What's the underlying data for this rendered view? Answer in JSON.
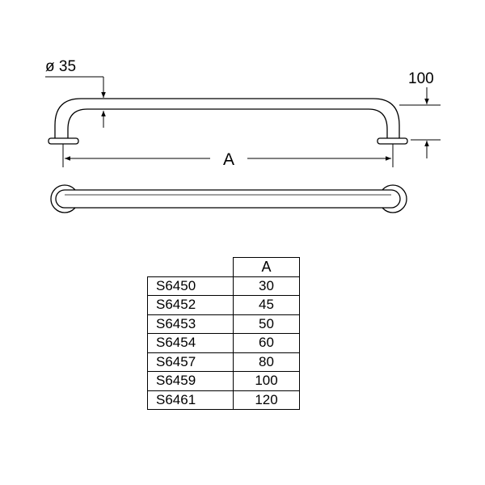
{
  "drawing": {
    "diameter_label": "ø 35",
    "projection_label": "100",
    "length_label": "A"
  },
  "table": {
    "header": "A",
    "rows": [
      {
        "code": "S6450",
        "value": "30"
      },
      {
        "code": "S6452",
        "value": "45"
      },
      {
        "code": "S6453",
        "value": "50"
      },
      {
        "code": "S6454",
        "value": "60"
      },
      {
        "code": "S6457",
        "value": "80"
      },
      {
        "code": "S6459",
        "value": "100"
      },
      {
        "code": "S6461",
        "value": "120"
      }
    ]
  }
}
